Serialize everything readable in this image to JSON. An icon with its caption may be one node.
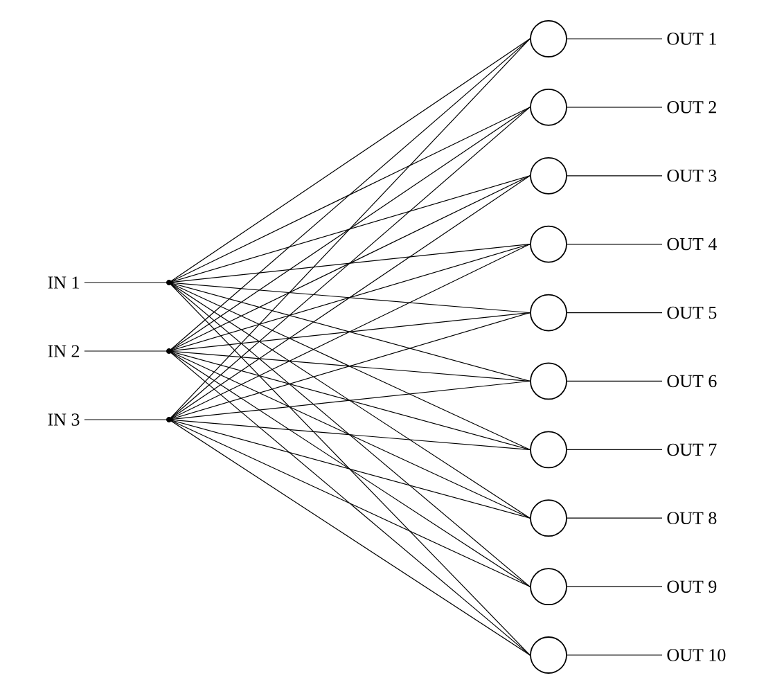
{
  "diagram": {
    "nodes": [
      {
        "text": [
          "IN 1"
        ]
      },
      {
        "text": [
          "IN 2"
        ]
      },
      {
        "text": [
          "IN 3"
        ]
      },
      {
        "text": [],
        "shape": "dot"
      },
      {
        "text": [],
        "shape": "dot"
      },
      {
        "text": [],
        "shape": "dot"
      },
      {
        "text": [],
        "shape": "circle"
      },
      {
        "text": [],
        "shape": "circle"
      },
      {
        "text": [],
        "shape": "circle"
      },
      {
        "text": [],
        "shape": "circle"
      },
      {
        "text": [],
        "shape": "circle"
      },
      {
        "text": [],
        "shape": "circle"
      },
      {
        "text": [],
        "shape": "circle"
      },
      {
        "text": [],
        "shape": "circle"
      },
      {
        "text": [],
        "shape": "circle"
      },
      {
        "text": [],
        "shape": "circle"
      },
      {
        "text": [
          "OUT 1"
        ]
      },
      {
        "text": [
          "OUT 2"
        ]
      },
      {
        "text": [
          "OUT 3"
        ]
      },
      {
        "text": [
          "OUT 4"
        ]
      },
      {
        "text": [
          "OUT 5"
        ]
      },
      {
        "text": [
          "OUT 6"
        ]
      },
      {
        "text": [
          "OUT 7"
        ]
      },
      {
        "text": [
          "OUT 8"
        ]
      },
      {
        "text": [
          "OUT 9"
        ]
      },
      {
        "text": [
          "OUT 10"
        ]
      }
    ],
    "edges": [
      {
        "from": 0,
        "to": 3,
        "arrow": "none"
      },
      {
        "from": 1,
        "to": 4,
        "arrow": "none"
      },
      {
        "from": 2,
        "to": 5,
        "arrow": "none"
      },
      {
        "from": 3,
        "to": 6,
        "arrow": "none"
      },
      {
        "from": 3,
        "to": 7,
        "arrow": "none"
      },
      {
        "from": 3,
        "to": 8,
        "arrow": "none"
      },
      {
        "from": 3,
        "to": 9,
        "arrow": "none"
      },
      {
        "from": 3,
        "to": 10,
        "arrow": "none"
      },
      {
        "from": 3,
        "to": 11,
        "arrow": "none"
      },
      {
        "from": 3,
        "to": 12,
        "arrow": "none"
      },
      {
        "from": 3,
        "to": 13,
        "arrow": "none"
      },
      {
        "from": 3,
        "to": 14,
        "arrow": "none"
      },
      {
        "from": 3,
        "to": 15,
        "arrow": "none"
      },
      {
        "from": 4,
        "to": 6,
        "arrow": "none"
      },
      {
        "from": 4,
        "to": 7,
        "arrow": "none"
      },
      {
        "from": 4,
        "to": 8,
        "arrow": "none"
      },
      {
        "from": 4,
        "to": 9,
        "arrow": "none"
      },
      {
        "from": 4,
        "to": 10,
        "arrow": "none"
      },
      {
        "from": 4,
        "to": 11,
        "arrow": "none"
      },
      {
        "from": 4,
        "to": 12,
        "arrow": "none"
      },
      {
        "from": 4,
        "to": 13,
        "arrow": "none"
      },
      {
        "from": 4,
        "to": 14,
        "arrow": "none"
      },
      {
        "from": 4,
        "to": 15,
        "arrow": "none"
      },
      {
        "from": 5,
        "to": 6,
        "arrow": "none"
      },
      {
        "from": 5,
        "to": 7,
        "arrow": "none"
      },
      {
        "from": 5,
        "to": 8,
        "arrow": "none"
      },
      {
        "from": 5,
        "to": 9,
        "arrow": "none"
      },
      {
        "from": 5,
        "to": 10,
        "arrow": "none"
      },
      {
        "from": 5,
        "to": 11,
        "arrow": "none"
      },
      {
        "from": 5,
        "to": 12,
        "arrow": "none"
      },
      {
        "from": 5,
        "to": 13,
        "arrow": "none"
      },
      {
        "from": 5,
        "to": 14,
        "arrow": "none"
      },
      {
        "from": 5,
        "to": 15,
        "arrow": "none"
      },
      {
        "from": 6,
        "to": 16,
        "arrow": "none"
      },
      {
        "from": 7,
        "to": 17,
        "arrow": "none"
      },
      {
        "from": 8,
        "to": 18,
        "arrow": "none"
      },
      {
        "from": 9,
        "to": 19,
        "arrow": "none"
      },
      {
        "from": 10,
        "to": 20,
        "arrow": "none"
      },
      {
        "from": 11,
        "to": 21,
        "arrow": "none"
      },
      {
        "from": 12,
        "to": 22,
        "arrow": "none"
      },
      {
        "from": 13,
        "to": 23,
        "arrow": "none"
      },
      {
        "from": 14,
        "to": 24,
        "arrow": "none"
      },
      {
        "from": 15,
        "to": 25,
        "arrow": "none"
      }
    ]
  }
}
